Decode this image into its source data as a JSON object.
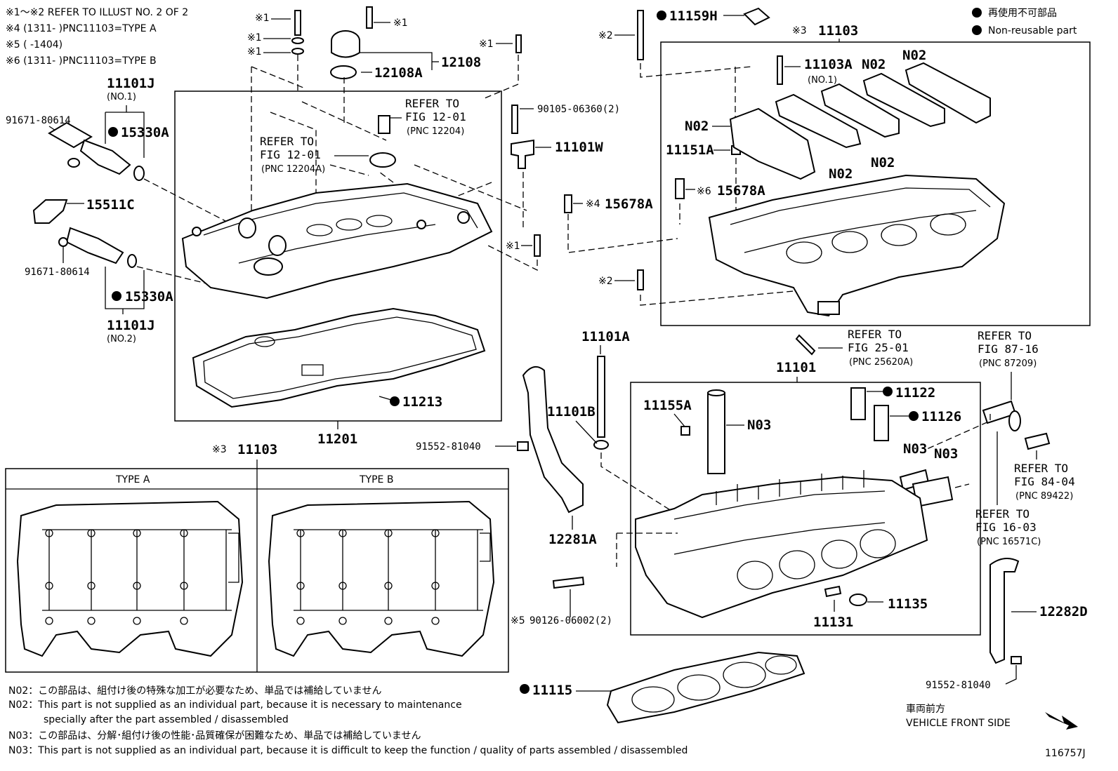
{
  "header_notes": [
    "※1～※2  REFER TO ILLUST NO. 2 OF 2",
    "※4 (1311-        )PNC11103=TYPE A",
    "※5 (        -1404)",
    "※6 (1311-        )PNC11103=TYPE B"
  ],
  "legend": {
    "jp": "再使用不可部品",
    "en": "Non-reusable part"
  },
  "parts": {
    "p11101J_1": "11101J",
    "p11101J_1_sub": "(NO.1)",
    "p11101J_2": "11101J",
    "p11101J_2_sub": "(NO.2)",
    "p91671_a": "91671-80614",
    "p91671_b": "91671-80614",
    "p15330A_a": "15330A",
    "p15330A_b": "15330A",
    "p15511C": "15511C",
    "p12108": "12108",
    "p12108A": "12108A",
    "p11201": "11201",
    "p11213": "11213",
    "p90105": "90105-06360(2)",
    "p11101W": "11101W",
    "p15678A_4": "15678A",
    "p15678A_6": "15678A",
    "p11159H": "11159H",
    "p11103_top": "11103",
    "p11103A": "11103A",
    "p11103A_sub": "(NO.1)",
    "p11151A": "11151A",
    "n02_a": "N02",
    "n02_b": "N02",
    "n02_c": "N02",
    "n02_d": "N02",
    "n02_e": "N02",
    "p11101A": "11101A",
    "p11101B": "11101B",
    "p91552_a": "91552-81040",
    "p91552_b": "91552-81040",
    "p12281A": "12281A",
    "p12282D": "12282D",
    "p11101": "11101",
    "p11155A": "11155A",
    "n03_a": "N03",
    "n03_b": "N03",
    "n03_c": "N03",
    "p11122": "11122",
    "p11126": "11126",
    "p11135": "11135",
    "p11131": "11131",
    "p90126": "90126-06002(2)",
    "p11115": "11115",
    "p11103_type": "11103"
  },
  "markers": {
    "m1": "※1",
    "m2": "※2",
    "m3": "※3",
    "m4": "※4",
    "m5": "※5",
    "m6": "※6"
  },
  "refs": {
    "r1": [
      "REFER TO",
      "FIG 12-01",
      "(PNC 12204)"
    ],
    "r2": [
      "REFER TO",
      "FIG 12-01",
      "(PNC 12204A)"
    ],
    "r3": [
      "REFER TO",
      "FIG 25-01",
      "(PNC 25620A)"
    ],
    "r4": [
      "REFER TO",
      "FIG 87-16",
      "(PNC 87209)"
    ],
    "r5": [
      "REFER TO",
      "FIG 84-04",
      "(PNC 89422)"
    ],
    "r6": [
      "REFER TO",
      "FIG 16-03",
      "(PNC 16571C)"
    ]
  },
  "type_panel": {
    "type_a": "TYPE A",
    "type_b": "TYPE B"
  },
  "footnotes": [
    "N02：この部品は、組付け後の特殊な加工が必要なため、単品では補給していません",
    "N02：This part is not supplied as an individual part, because it is necessary to maintenance",
    "specially after the part assembled / disassembled",
    "N03：この部品は、分解･組付け後の性能･品質確保が困難なため、単品では補給していません",
    "N03：This part is not supplied as an individual part, because it is difficult to keep the function / quality of parts  assembled / disassembled"
  ],
  "vehicle_front": {
    "jp": "車両前方",
    "en": "VEHICLE FRONT SIDE"
  },
  "illustration_id": "116757J"
}
